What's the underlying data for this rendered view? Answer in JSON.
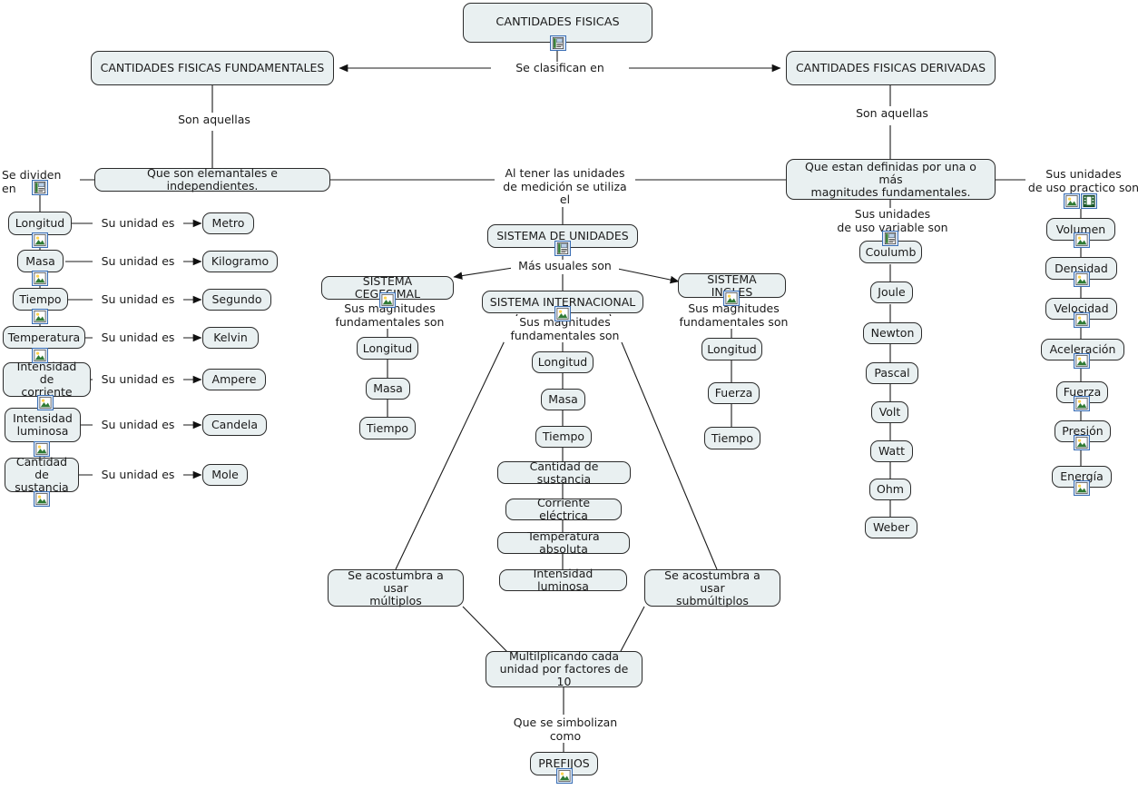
{
  "diagram": {
    "title": "CANTIDADES FISICAS",
    "type": "concept-map",
    "language": "es",
    "colors": {
      "node_fill": "#e9f0f1",
      "node_border": "#2b2b2b",
      "edge": "#1a1a1a",
      "icon_border": "#3b6fb5",
      "icon_fill": "#dfe9f6",
      "background": "#ffffff"
    }
  },
  "nodes": {
    "root": "CANTIDADES FISICAS",
    "fundamentales": "CANTIDADES FISICAS FUNDAMENTALES",
    "derivadas": "CANTIDADES FISICAS DERIVADAS",
    "elementales": "Que son elemantales e independientes.",
    "definidas": "Que estan definidas por una o más\nmagnitudes fundamentales.",
    "sistema_unidades": "SISTEMA DE UNIDADES",
    "sistema_cegesimal": "SISTEMA CEGESIMAL",
    "sistema_internacional": "SISTEMA INTERNACIONAL",
    "sistema_ingles": "SISTEMA INGLES",
    "multiplos": "Se acostumbra a usar\nmúltiplos",
    "submultiplos": "Se acostumbra a usar\nsubmúltiplos",
    "multiplicando": "Multilplicando cada\nunidad por factores de 10",
    "prefijos": "PREFIJOS"
  },
  "labels": {
    "se_clasifican": "Se clasifican en",
    "son_aquellas_izq": "Son aquellas",
    "son_aquellas_der": "Son aquellas",
    "se_dividen": "Se dividen en",
    "al_tener": "Al tener las unidades\nde medición se utiliza el",
    "mas_usuales": "Más usuales son",
    "sus_magnitudes_ceg": "Sus magnitudes\nfundamentales son",
    "sus_magnitudes_si": "Sus magnitudes\nfundamentales son",
    "sus_magnitudes_ing": "Sus magnitudes\nfundamentales son",
    "uso_variable": "Sus unidades\nde uso variable son",
    "uso_practico": "Sus unidades\nde uso practico son",
    "que_se_simbolizan": "Que se simbolizan como",
    "su_unidad_es": "Su unidad es"
  },
  "fundamentales_column": [
    {
      "magnitud": "Longitud",
      "unidad": "Metro"
    },
    {
      "magnitud": "Masa",
      "unidad": "Kilogramo"
    },
    {
      "magnitud": "Tiempo",
      "unidad": "Segundo"
    },
    {
      "magnitud": "Temperatura",
      "unidad": "Kelvin"
    },
    {
      "magnitud": "Intensidad de\ncorriente",
      "unidad": "Ampere"
    },
    {
      "magnitud": "Intensidad\nluminosa",
      "unidad": "Candela"
    },
    {
      "magnitud": "Cantidad de\nsustancia",
      "unidad": "Mole"
    }
  ],
  "cegesimal_items": [
    "Longitud",
    "Masa",
    "Tiempo"
  ],
  "internacional_items": [
    "Longitud",
    "Masa",
    "Tiempo",
    "Cantidad de sustancia",
    "Corriente eléctrica",
    "Temperatura absoluta",
    "Intensidad luminosa"
  ],
  "ingles_items": [
    "Longitud",
    "Fuerza",
    "Tiempo"
  ],
  "uso_variable_items": [
    "Coulumb",
    "Joule",
    "Newton",
    "Pascal",
    "Volt",
    "Watt",
    "Ohm",
    "Weber"
  ],
  "uso_practico_items": [
    "Volumen",
    "Densidad",
    "Velocidad",
    "Aceleración",
    "Fuerza",
    "Presión",
    "Energía"
  ],
  "icons": {
    "document": "document-list-icon",
    "picture": "picture-icon",
    "film": "film-strip-icon"
  }
}
